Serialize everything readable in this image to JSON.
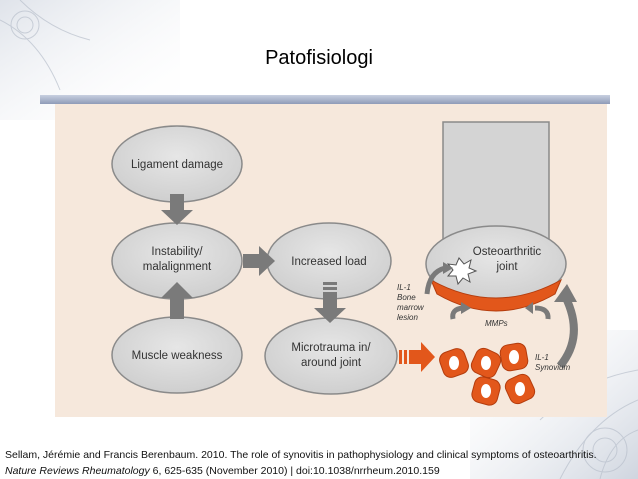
{
  "slide": {
    "title": "Patofisiologi"
  },
  "diagram": {
    "nodes": {
      "ligament": "Ligament damage",
      "instability_1": "Instability/",
      "instability_2": "malalignment",
      "muscle": "Muscle weakness",
      "increased_load": "Increased load",
      "microtrauma_1": "Microtrauma in/",
      "microtrauma_2": "around joint",
      "oa_joint_1": "Osteoarthritic",
      "oa_joint_2": "joint"
    },
    "labels": {
      "il1_bone_1": "IL-1",
      "il1_bone_2": "Bone",
      "il1_bone_3": "marrow",
      "il1_bone_4": "lesion",
      "mmps": "MMPs",
      "il1_syn_1": "IL-1",
      "il1_syn_2": "Synovium"
    },
    "colors": {
      "background": "#f6e8dc",
      "ellipse_fill": "#d9d9d9",
      "ellipse_stroke": "#8a8a8a",
      "arrow": "#7a7a7a",
      "cartilage": "#e2571b",
      "cell": "#e2571b"
    }
  },
  "citation": {
    "line1": "Sellam, Jérémie and Francis Berenbaum. 2010. The role of synovitis in pathophysiology and clinical symptoms of osteoarthritis.",
    "journal": "Nature Reviews Rheumatology",
    "rest": " 6, 625-635 (November 2010) | doi:10.1038/nrrheum.2010.159"
  }
}
